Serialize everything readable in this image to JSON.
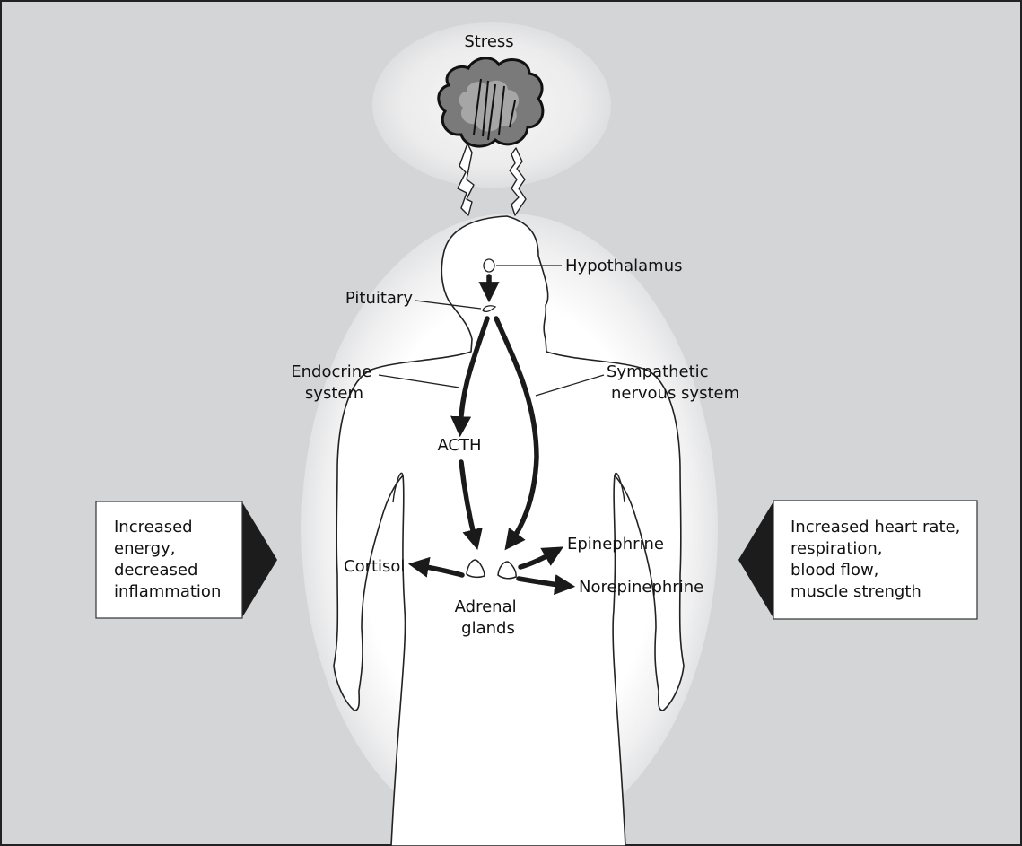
{
  "title": "Stress",
  "colors": {
    "background": "#d4d5d7",
    "frame": "#222222",
    "cloud_outer": "#7a7a7a",
    "cloud_inner": "#a6a6a6",
    "arrow": "#1a1a1a",
    "box_fill": "#ffffff",
    "triangle": "#1c1c1c"
  },
  "labels": {
    "hypothalamus": "Hypothalamus",
    "pituitary": "Pituitary",
    "endocrine": [
      "Endocrine",
      "system"
    ],
    "sympathetic": [
      "Sympathetic",
      "nervous system"
    ],
    "acth": "ACTH",
    "epinephrine": "Epinephrine",
    "norepinephrine": "Norepinephrine",
    "cortisol": "Cortisol",
    "adrenal": [
      "Adrenal",
      "glands"
    ]
  },
  "left_box": [
    "Increased",
    "energy,",
    "decreased",
    "inflammation"
  ],
  "right_box": [
    "Increased heart rate,",
    "respiration,",
    "blood flow,",
    "muscle strength"
  ]
}
